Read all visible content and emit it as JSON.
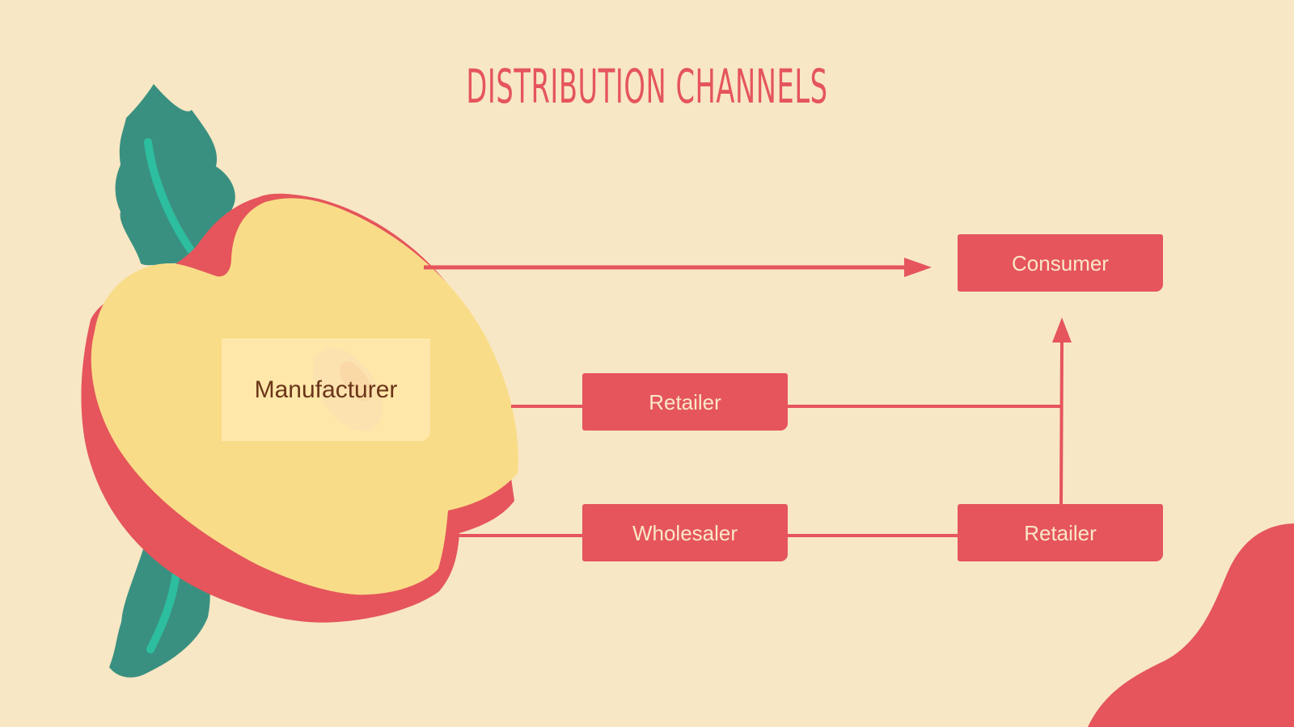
{
  "slide": {
    "title": "DISTRIBUTION CHANNELS"
  },
  "diagram": {
    "source": "Manufacturer",
    "nodes": {
      "consumer": "Consumer",
      "retailer_direct": "Retailer",
      "wholesaler": "Wholesaler",
      "retailer_wholesale": "Retailer"
    }
  },
  "colors": {
    "background": "#f8e7c4",
    "accent": "#e5555b",
    "apple_flesh": "#f9dc88",
    "leaf": "#3a9080",
    "leaf_vein": "#2dbd9f",
    "manufacturer_text": "#6b3519"
  },
  "icons": {
    "apple": "apple-half-icon",
    "leaf": "mint-leaf-icon",
    "arrow": "arrowhead-icon",
    "decoration": "red-blob-shape"
  }
}
